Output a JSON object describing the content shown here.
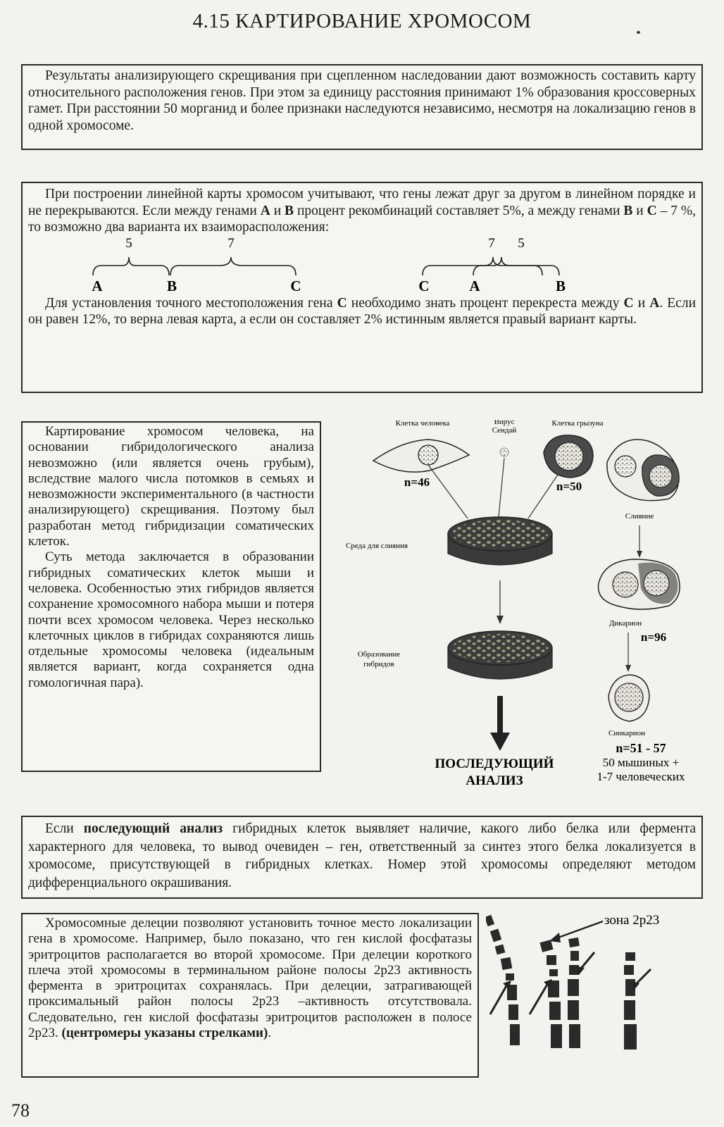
{
  "page": {
    "title": "4.15 КАРТИРОВАНИЕ ХРОМОСОМ",
    "page_number": "78"
  },
  "intro": {
    "text": "Результаты анализирующего скрещивания при сцепленном наследовании дают возможность составить карту относительного расположения генов. При этом за единицу расстояния принимают 1% образования кроссоверных гамет. При расстоянии 50 морганид и более признаки наследуются независимо, несмотря на локализацию генов в одной хромосоме."
  },
  "linear_map": {
    "para1_a": "При построении линейной карты хромосом учитывают, что гены лежат друг за другом в линейном порядке и не перекрываются. Если между генами ",
    "gene_a": "А",
    "para1_b": " и ",
    "gene_b": "В",
    "para1_c": " процент рекомбинаций составляет 5%, а между генами ",
    "gene_b2": "В",
    "para1_d": " и ",
    "gene_c": "С",
    "para1_e": " – 7 %, то возможно два варианта их взаиморасположения:",
    "left_map": {
      "dist1": "5",
      "dist2": "7",
      "g1": "А",
      "g2": "В",
      "g3": "С"
    },
    "right_map": {
      "dist1": "7",
      "dist2": "5",
      "g1": "С",
      "g2": "А",
      "g3": "В"
    },
    "para2_a": "Для установления точного местоположения гена ",
    "gene_c2": "С",
    "para2_b": " необходимо знать процент перекреста между ",
    "gene_c3": "С",
    "para2_c": " и ",
    "gene_a2": "А",
    "para2_d": ". Если он равен 12%, то верна левая карта, а если он составляет 2% истинным является правый вариант карты."
  },
  "somatic": {
    "para1": "Картирование хромосом человека, на основании гибридологического анализа невозможно (или является очень грубым), вследствие малого числа потомков в семьях и невозможности экспериментального (в частности анализирующего) скрещивания. Поэтому был разработан метод гибридизации соматических клеток.",
    "para2": "Суть метода заключается в образовании гибридных соматических клеток мыши и человека. Особенностью этих гибридов является сохранение хромосомного набора мыши и потеря почти всех хромосом человека. Через несколько клеточных циклов в гибридах сохраняются лишь отдельные хромосомы человека (идеальным является вариант, когда сохраняется одна гомологичная пара)."
  },
  "hybrid_diagram": {
    "human_cell": "Клетка человека",
    "virus_l1": "Вирус",
    "virus_l2": "Сендай",
    "rodent_cell": "Клетка грызуна",
    "n_human": "n=46",
    "n_rodent": "n=50",
    "fusion": "Слияние",
    "fusion_medium": "Среда для слияния",
    "hybrid_l1": "Образование",
    "hybrid_l2": "гибридов",
    "dikaryon": "Дикарион",
    "n_dikaryon": "n=96",
    "synkaryon": "Синкарион",
    "n_synkaryon": "n=51 - 57",
    "synkaryon_l1": "50 мышиных +",
    "synkaryon_l2": "1-7 человеческих",
    "further_l1": "ПОСЛЕДУЮЩИЙ",
    "further_l2": "АНАЛИЗ"
  },
  "analysis": {
    "text_a": "Если ",
    "text_bold": "последующий анализ",
    "text_b": " гибридных клеток выявляет наличие, какого либо белка или фермента характерного для человека, то вывод очевиден – ген, ответственный за синтез этого белка локализуется в хромосоме, присутствующей в гибридных клетках. Номер этой хромосомы определяют методом дифференциального окрашивания."
  },
  "deletions": {
    "text_a": "Хромосомные делеции позволяют установить точное место локализации гена в хромосоме. Например, было показано, что ген кислой фосфатазы эритроцитов располагается во второй хромосоме. При делеции короткого плеча этой хромосомы в терминальном районе полосы 2р23 активность фермента в эритроцитах сохранялась. При делеции, затрагивающей проксимальный район полосы 2р23 –активность отсутствовала. Следовательно, ген кислой фосфатазы эритроцитов расположен в полосе 2р23. ",
    "text_bold": "(центромеры указаны стрелками)",
    "text_end": ".",
    "zone_label": "зона 2р23"
  }
}
